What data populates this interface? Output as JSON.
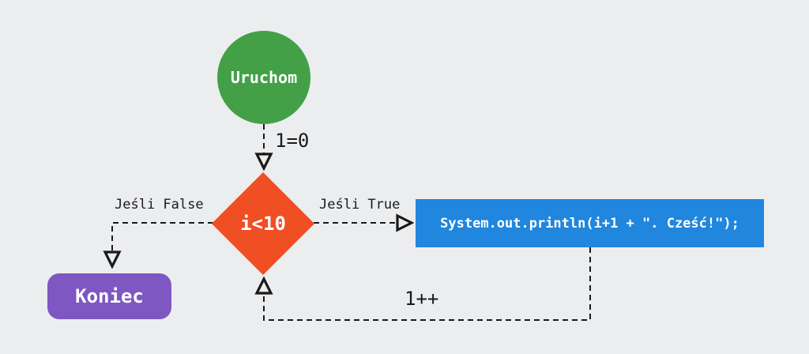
{
  "diagram": {
    "type": "flowchart",
    "language": "Polish",
    "nodes": {
      "start": {
        "label": "Uruchom",
        "shape": "circle",
        "color": "#43A047"
      },
      "condition": {
        "label": "i<10",
        "shape": "diamond",
        "color": "#F04E23"
      },
      "end": {
        "label": "Koniec",
        "shape": "rounded-rect",
        "color": "#7E57C2"
      },
      "process": {
        "label": "System.out.println(i+1 + \". Cześć!\");",
        "shape": "rect",
        "color": "#2086DE"
      }
    },
    "edges": {
      "init": {
        "label": "1=0",
        "from": "start",
        "to": "condition"
      },
      "false_branch": {
        "label": "Jeśli False",
        "from": "condition",
        "to": "end"
      },
      "true_branch": {
        "label": "Jeśli True",
        "from": "condition",
        "to": "process"
      },
      "increment": {
        "label": "1++",
        "from": "process",
        "to": "condition"
      }
    },
    "palette": {
      "background": "#ECEDEF",
      "line": "#1a1a1a",
      "node_text": "#ffffff"
    }
  }
}
